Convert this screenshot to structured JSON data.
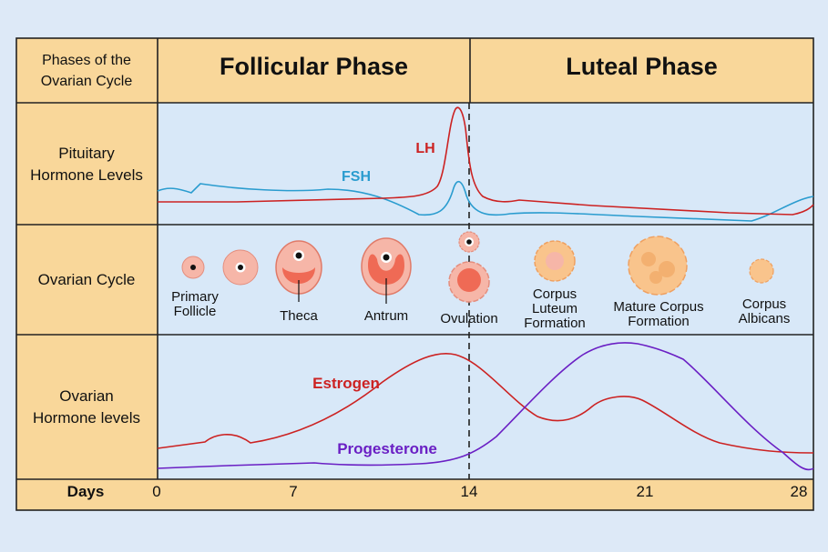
{
  "header": {
    "row_title": "Phases of the Ovarian Cycle",
    "follicular": "Follicular Phase",
    "luteal": "Luteal Phase"
  },
  "rows": {
    "pituitary": "Pituitary Hormone Levels",
    "ovarian_cycle": "Ovarian Cycle",
    "ovarian_hormones": "Ovarian Hormone levels",
    "days": "Days"
  },
  "curves": {
    "lh": "LH",
    "fsh": "FSH",
    "estrogen": "Estrogen",
    "progesterone": "Progesterone"
  },
  "stages": {
    "primary": "Primary Follicle",
    "theca": "Theca",
    "antrum": "Antrum",
    "ovulation": "Ovulation",
    "corpus_luteum": "Corpus Luteum Formation",
    "mature": "Mature Corpus Formation",
    "albicans": "Corpus Albicans"
  },
  "day_ticks": [
    "0",
    "7",
    "14",
    "21",
    "28"
  ],
  "colors": {
    "header_bg": "#f9d79a",
    "panel_bg": "#d8e8f8",
    "lh": "#cc2222",
    "fsh": "#2a9ccf",
    "estrogen": "#cc2222",
    "progesterone": "#6a1fc4",
    "follicle": "#f0a090",
    "follicle_core": "#ef6a55"
  }
}
